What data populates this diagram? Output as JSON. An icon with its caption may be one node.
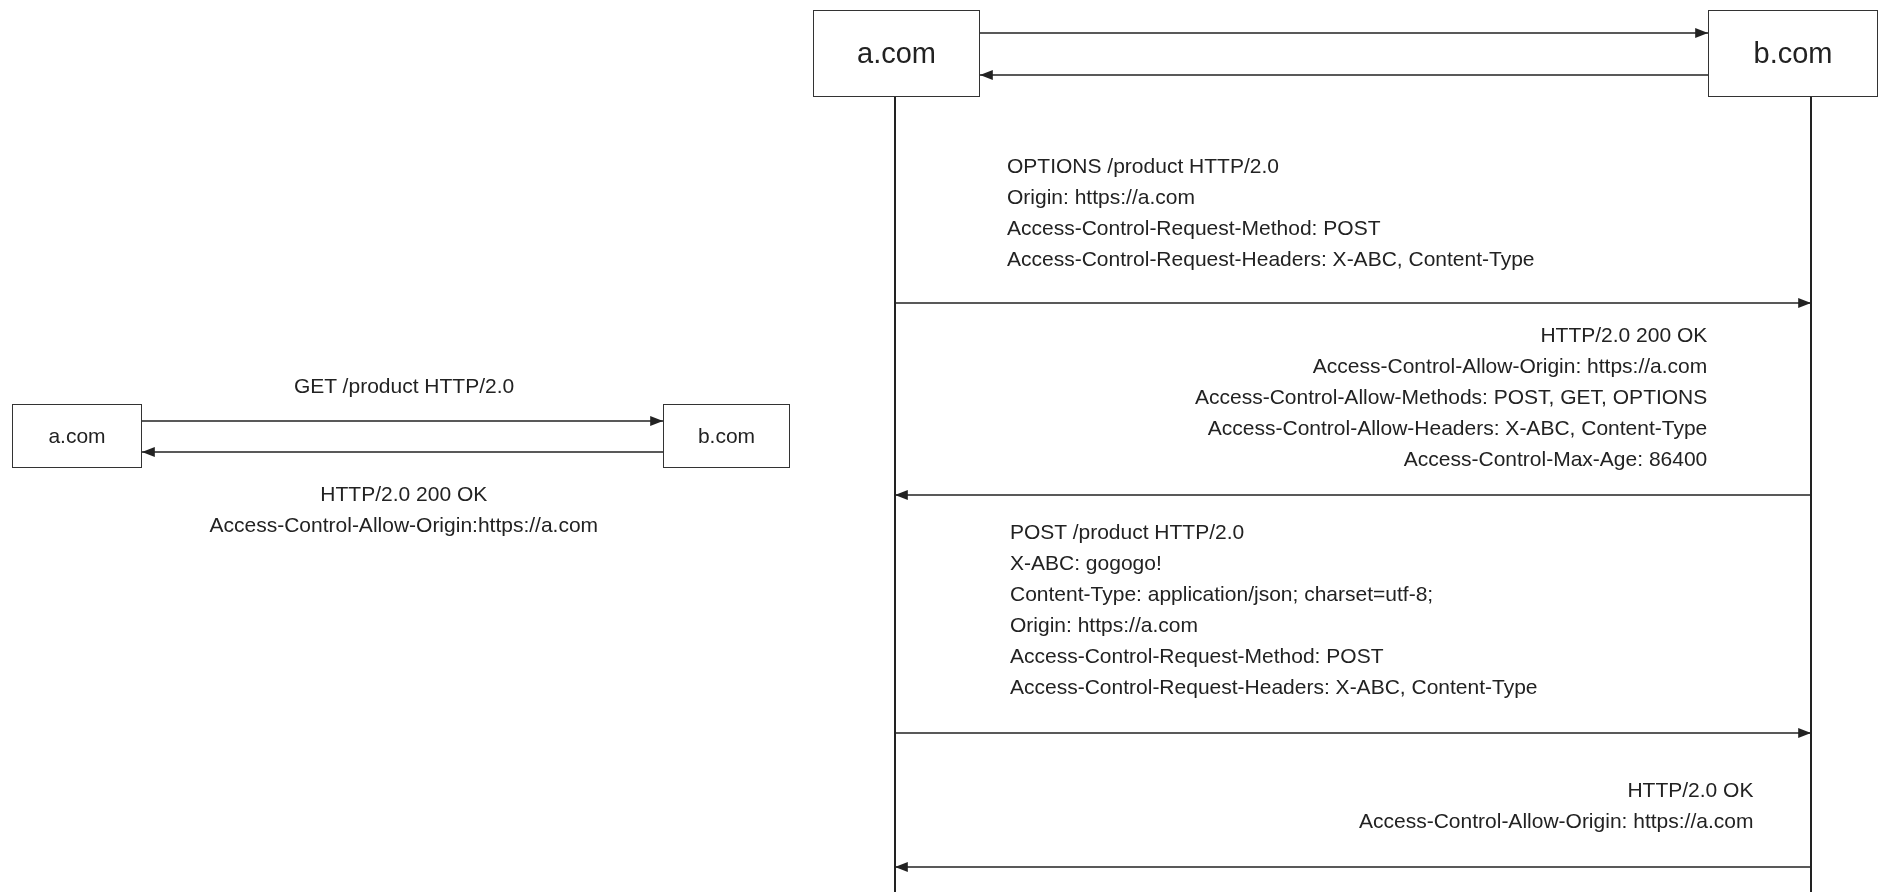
{
  "diagram": {
    "nodes": [
      {
        "text": [
          "a.com"
        ]
      },
      {
        "text": [
          "b.com"
        ]
      },
      {
        "text": [
          "a.com"
        ]
      },
      {
        "text": [
          "b.com"
        ]
      }
    ],
    "edges": [
      {
        "from": 0,
        "to": 1,
        "arrow": "to",
        "label": "GET /product HTTP/2.0"
      },
      {
        "from": 1,
        "to": 0,
        "arrow": "to",
        "label": "HTTP/2.0 200 OK Access-Control-Allow-Origin:https://a.com"
      },
      {
        "from": 2,
        "to": 3,
        "arrow": "to"
      },
      {
        "from": 3,
        "to": 2,
        "arrow": "to"
      },
      {
        "from": 2,
        "to": 3,
        "arrow": "to",
        "label": "OPTIONS /product HTTP/2.0 Origin: https://a.com Access-Control-Request-Method: POST Access-Control-Request-Headers: X-ABC, Content-Type"
      },
      {
        "from": 3,
        "to": 2,
        "arrow": "to",
        "label": "HTTP/2.0 200 OK Access-Control-Allow-Origin: https://a.com Access-Control-Allow-Methods: POST, GET, OPTIONS Access-Control-Allow-Headers: X-ABC, Content-Type Access-Control-Max-Age: 86400"
      },
      {
        "from": 2,
        "to": 3,
        "arrow": "to",
        "label": "POST /product HTTP/2.0 X-ABC: gogogo! Content-Type: application/json; charset=utf-8; Origin: https://a.com Access-Control-Request-Method: POST Access-Control-Request-Headers: X-ABC, Content-Type"
      },
      {
        "from": 3,
        "to": 2,
        "arrow": "to",
        "label": "HTTP/2.0 OK Access-Control-Allow-Origin: https://a.com"
      }
    ]
  }
}
